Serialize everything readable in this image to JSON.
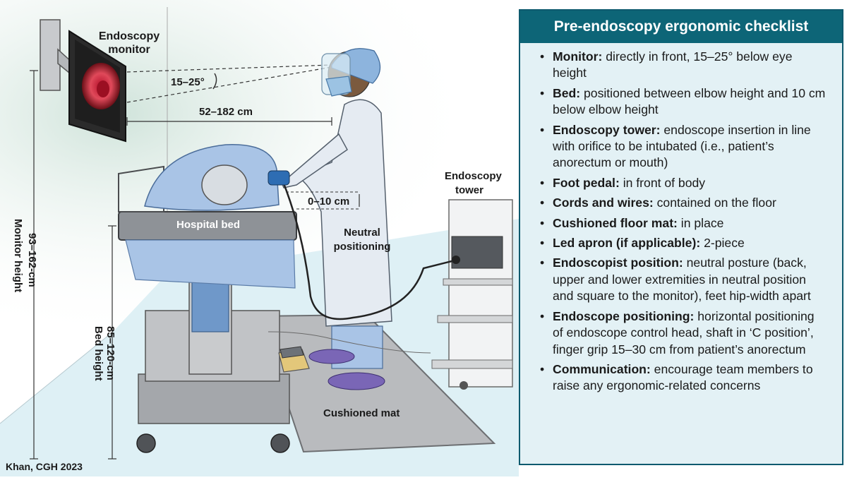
{
  "diagram": {
    "labels": {
      "monitor_title": "Endoscopy monitor",
      "angle": "15–25°",
      "distance": "52–182 cm",
      "monitor_height_value": "93–162-cm",
      "monitor_height_label": "Monitor height",
      "bed_label": "Hospital bed",
      "elbow_gap": "0–10 cm",
      "neutral": "Neutral positioning",
      "tower_title": "Endoscopy tower",
      "bed_height_value": "85–120-cm",
      "bed_height_label": "Bed height",
      "mat_label": "Cushioned mat",
      "credit": "Khan, CGH 2023"
    },
    "colors": {
      "gown": "#dde6ef",
      "sheet": "#a9c4e6",
      "bed": "#8e9297",
      "mat": "#b8babd",
      "floor": "#cfe7ee",
      "panel_header": "#0d6577",
      "panel_bg": "#e3f1f5"
    }
  },
  "checklist": {
    "title": "Pre-endoscopy ergonomic checklist",
    "bullet": "•",
    "items": [
      {
        "term": "Monitor:",
        "text": " directly in front, 15–25° below eye height"
      },
      {
        "term": "Bed:",
        "text": " positioned between elbow height and 10 cm below elbow height"
      },
      {
        "term": "Endoscopy tower:",
        "text": " endoscope insertion in line with orifice to be intubated (i.e., patient’s anorectum or mouth)"
      },
      {
        "term": "Foot pedal:",
        "text": " in front of body"
      },
      {
        "term": "Cords and wires:",
        "text": " contained on the floor"
      },
      {
        "term": "Cushioned floor mat:",
        "text": " in place"
      },
      {
        "term": "Led apron (if applicable):",
        "text": " 2-piece"
      },
      {
        "term": "Endoscopist position:",
        "text": " neutral posture (back, upper and lower extremities in neutral position and square to the monitor), feet hip-width apart"
      },
      {
        "term": "Endoscope positioning:",
        "text": " horizontal positioning of endoscope control head, shaft in ‘C position’, finger grip 15–30 cm from patient’s anorectum"
      },
      {
        "term": "Communication:",
        "text": " encourage team members to raise any ergonomic-related concerns"
      }
    ]
  }
}
